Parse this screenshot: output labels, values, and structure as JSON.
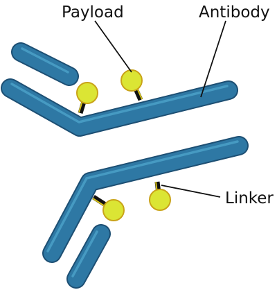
{
  "labels": {
    "payload": "Payload",
    "antibody": "Antibody",
    "linker": "Linker"
  },
  "colors": {
    "antibody": "#2e78a4",
    "antibody_outline": "#1d4f73",
    "payload": "#dbe534",
    "payload_outline": "#c9a318",
    "linker": "#111111"
  }
}
